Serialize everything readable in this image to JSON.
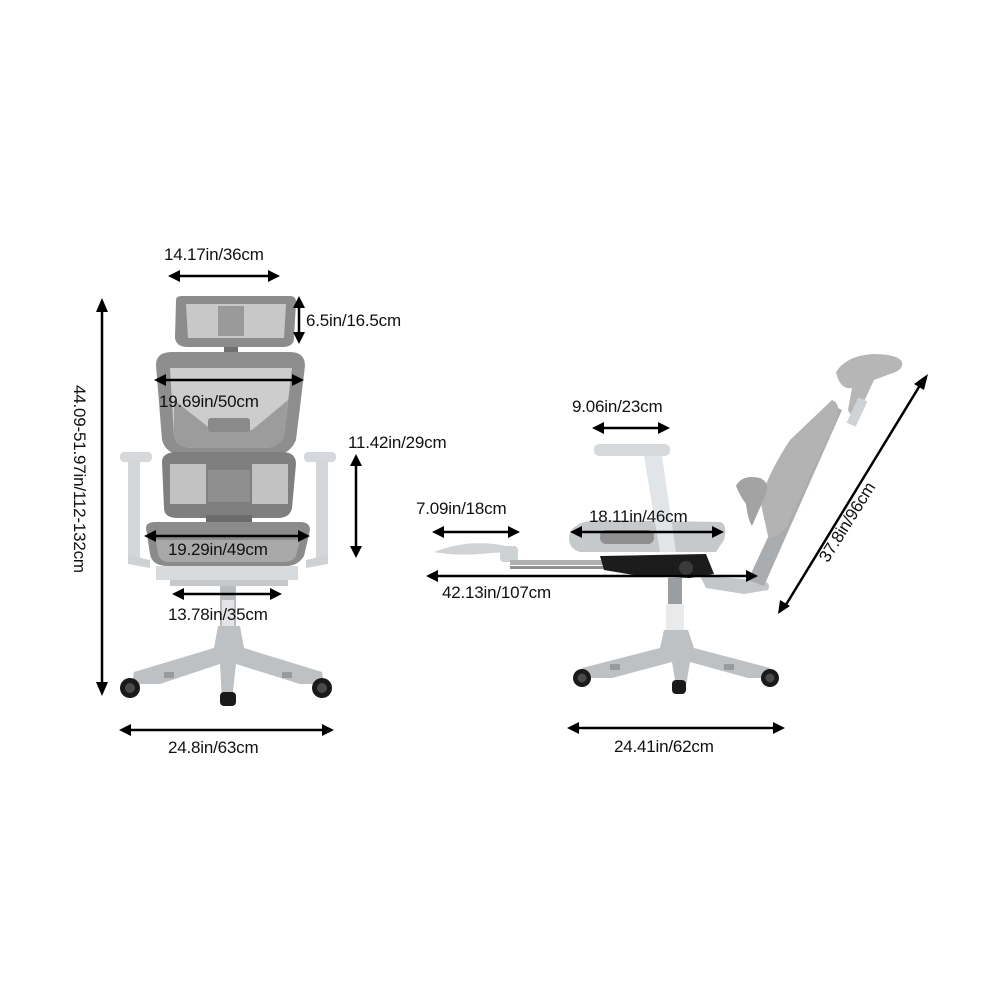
{
  "colors": {
    "background": "#ffffff",
    "frame": "#d4d8dc",
    "mesh": "#8e8e8e",
    "mesh_light": "#b9b9b9",
    "base": "#bfc3c6",
    "wheel": "#1a1a1a",
    "arrow": "#000000",
    "text": "#111111"
  },
  "front_view": {
    "headrest_width": "14.17in/36cm",
    "headrest_height": "6.5in/16.5cm",
    "backrest_width": "19.69in/50cm",
    "total_height": "44.09-51.97in/112-132cm",
    "armrest_height": "11.42in/29cm",
    "seat_width": "19.29in/49cm",
    "footrest_width": "13.78in/35cm",
    "base_width": "24.8in/63cm"
  },
  "side_view": {
    "armrest_pad_length": "9.06in/23cm",
    "footrest_extension": "7.09in/18cm",
    "seat_depth": "18.11in/46cm",
    "extended_length": "42.13in/107cm",
    "backrest_length": "37.8in/96cm",
    "base_width": "24.41in/62cm"
  }
}
